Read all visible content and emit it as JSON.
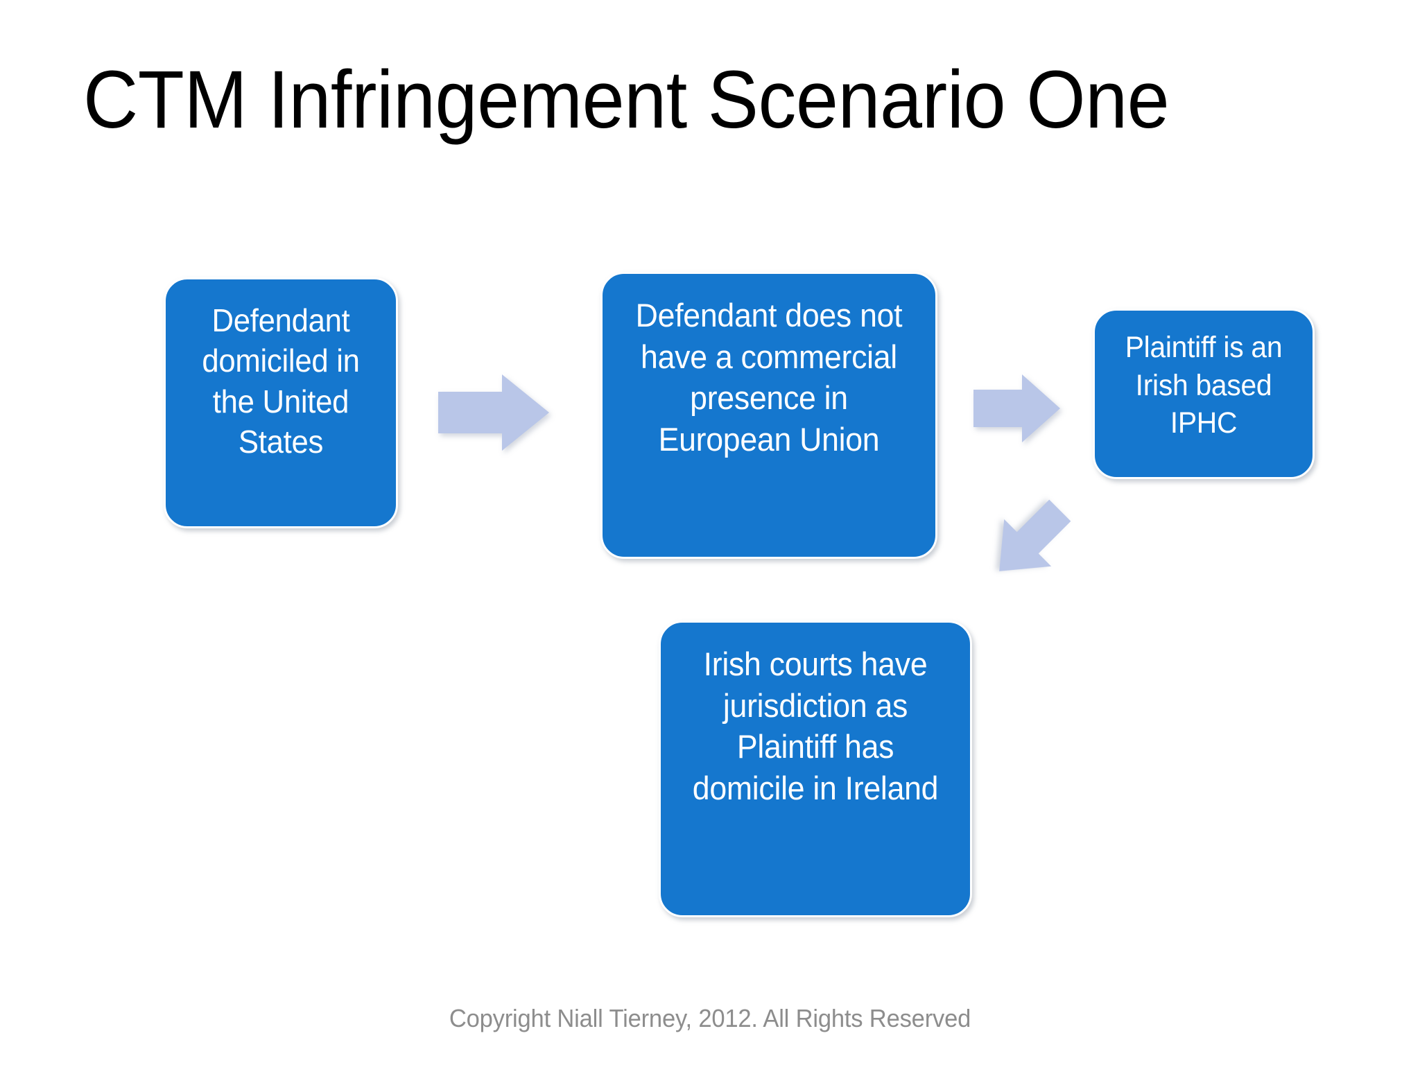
{
  "slide": {
    "title": "CTM Infringement Scenario One",
    "background_color": "#FFFFFF",
    "box_fill_color": "#1577CE",
    "box_text_color": "#FFFFFF",
    "arrow_color": "#B9C6E8",
    "footer_text_color": "#8D8D8D"
  },
  "diagram": {
    "boxes": [
      {
        "id": "defendant-us",
        "text": "Defendant domiciled in the United States"
      },
      {
        "id": "no-eu-presence",
        "text": "Defendant does not have a commercial presence in European Union"
      },
      {
        "id": "plaintiff-iphc",
        "text": "Plaintiff is an Irish based IPHC"
      },
      {
        "id": "irish-jurisdiction",
        "text": "Irish courts have jurisdiction as Plaintiff has domicile in Ireland"
      }
    ],
    "arrows": [
      {
        "id": "us-to-eu",
        "direction": "right",
        "from": "defendant-us",
        "to": "no-eu-presence"
      },
      {
        "id": "eu-to-ip",
        "direction": "right",
        "from": "no-eu-presence",
        "to": "plaintiff-iphc"
      },
      {
        "id": "ip-to-irl",
        "direction": "down-left",
        "from": "plaintiff-iphc",
        "to": "irish-jurisdiction"
      }
    ]
  },
  "footer": {
    "copyright": "Copyright Niall Tierney, 2012. All Rights Reserved"
  }
}
